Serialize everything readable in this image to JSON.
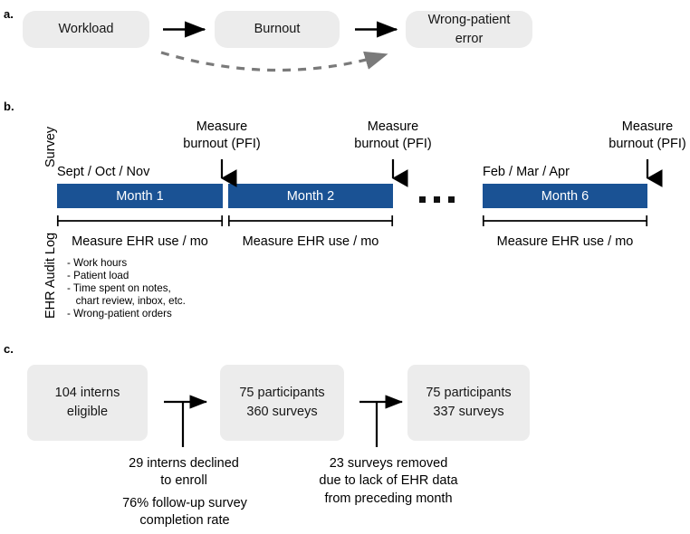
{
  "figure": {
    "panels": [
      {
        "letter": "a."
      },
      {
        "letter": "b."
      },
      {
        "letter": "c."
      }
    ]
  },
  "panel_a": {
    "letter": "a.",
    "boxes": [
      {
        "label": "Workload"
      },
      {
        "label": "Burnout"
      },
      {
        "label": "Wrong-patient\nerror"
      }
    ],
    "arrows": [
      {
        "name": "workload-to-burnout",
        "style": "solid"
      },
      {
        "name": "burnout-to-error",
        "style": "solid"
      },
      {
        "name": "workload-to-error-curved",
        "style": "dashed"
      }
    ],
    "colors": {
      "box_fill": "#ececec",
      "arrow": "#000000",
      "dashed_arrow": "#7a7a7a"
    }
  },
  "panel_b": {
    "letter": "b.",
    "axis_labels": {
      "survey": "Survey",
      "ehr_audit_log": "EHR Audit Log"
    },
    "measure_labels": [
      "Measure\nburnout (PFI)",
      "Measure\nburnout (PFI)",
      "Measure\nburnout (PFI)"
    ],
    "period_labels": [
      "Sept / Oct / Nov",
      "Feb / Mar / Apr"
    ],
    "months": [
      {
        "label": "Month 1"
      },
      {
        "label": "Month 2"
      },
      {
        "label": "Month 6"
      }
    ],
    "ellipsis": "...",
    "bracket_labels": [
      "Measure EHR use / mo",
      "Measure EHR use / mo",
      "Measure EHR use / mo"
    ],
    "ehr_measures": [
      "- Work hours",
      "- Patient load",
      "- Time spent on notes,",
      "   chart review, inbox, etc.",
      "- Wrong-patient orders"
    ],
    "colors": {
      "bar_fill": "#1a5294",
      "bar_text": "#ffffff",
      "bracket": "#000000"
    }
  },
  "panel_c": {
    "letter": "c.",
    "boxes": [
      {
        "line1": "104 interns",
        "line2": "eligible"
      },
      {
        "line1": "75 participants",
        "line2": "360 surveys"
      },
      {
        "line1": "75 participants",
        "line2": "337 surveys"
      }
    ],
    "annotations": [
      {
        "text": "29 interns declined\nto enroll"
      },
      {
        "text": "76% follow-up survey\ncompletion rate"
      },
      {
        "text": "23 surveys removed\ndue to lack of EHR data\nfrom preceding month"
      }
    ],
    "colors": {
      "box_fill": "#ececec",
      "arrow": "#000000"
    }
  }
}
